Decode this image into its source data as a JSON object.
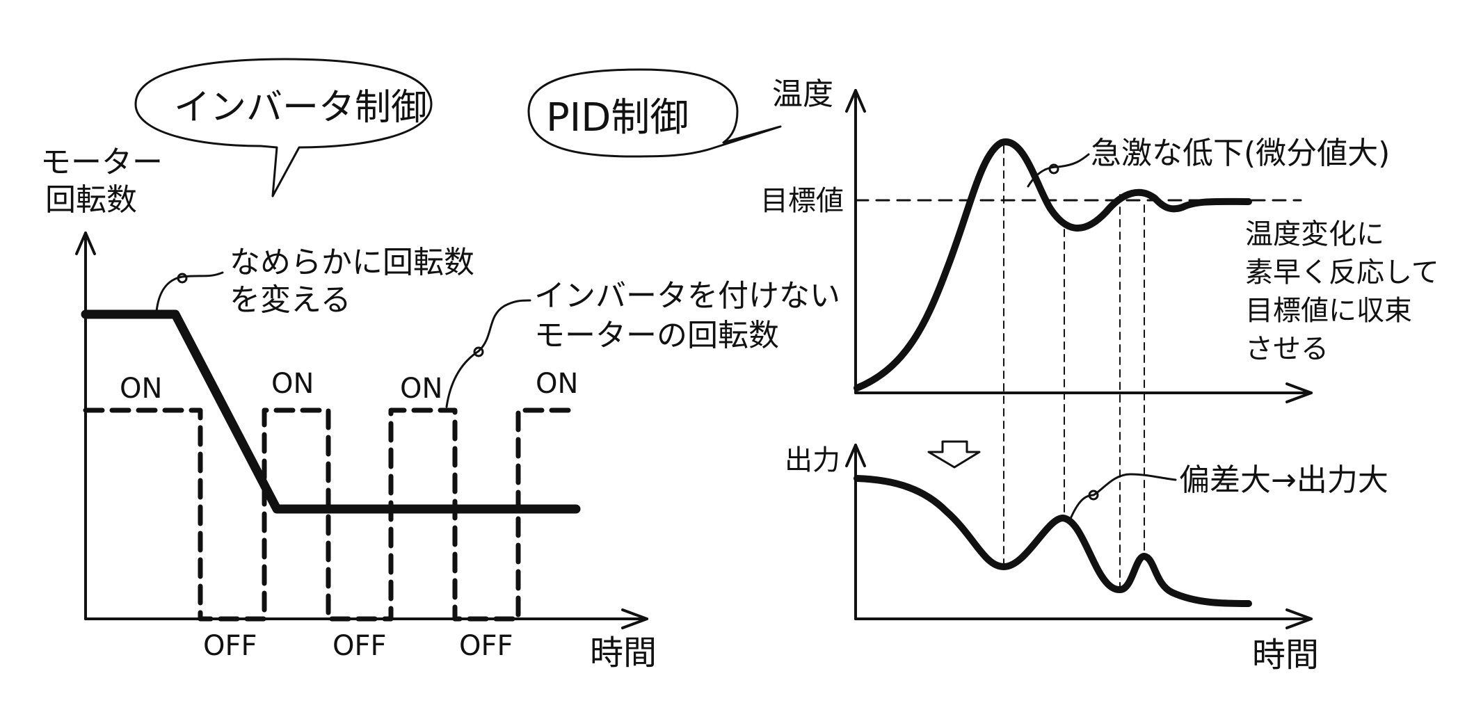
{
  "inverter": {
    "bubble": "インバータ制御",
    "y_axis": [
      "モーター",
      "回転数"
    ],
    "x_axis": "時間",
    "smooth_note": [
      "なめらかに回転数",
      "を変える"
    ],
    "no_inverter_note": [
      "インバータを付けない",
      "モーターの回転数"
    ],
    "on_labels": [
      "ON",
      "ON",
      "ON",
      "ON"
    ],
    "off_labels": [
      "OFF",
      "OFF",
      "OFF"
    ]
  },
  "pid": {
    "bubble": "PID制御",
    "temp_axis": "温度",
    "target_label": "目標値",
    "drop_note": "急激な低下(微分値大)",
    "convergence_note": [
      "温度変化に",
      "素早く反応して",
      "目標値に収束",
      "させる"
    ],
    "output_axis": "出力",
    "deviation_note": "偏差大→出力大",
    "x_axis": "時間"
  },
  "colors": {
    "ink": "#111111",
    "background": "#ffffff"
  }
}
